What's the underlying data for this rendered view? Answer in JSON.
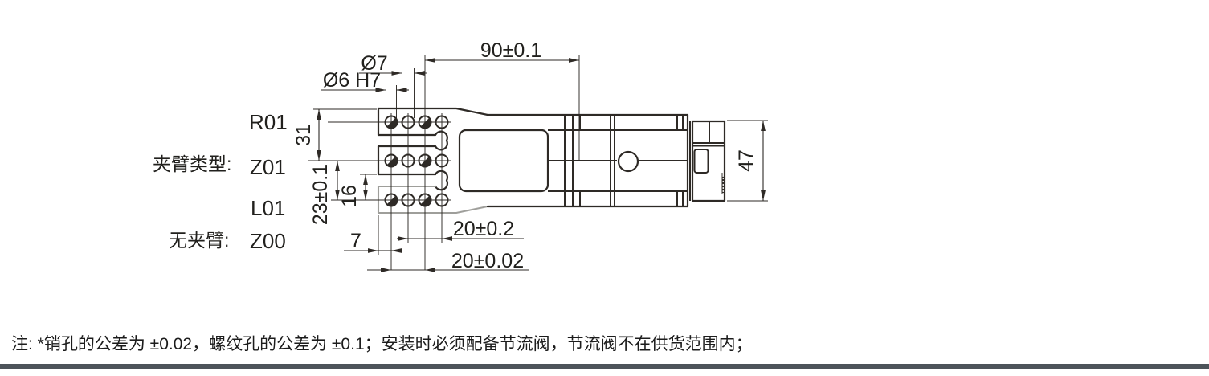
{
  "legend": {
    "arm_type_label": "夹臂类型:",
    "arm_type_r": "R01",
    "arm_type_z": "Z01",
    "arm_type_l": "L01",
    "no_arm_label": "无夹臂:",
    "no_arm_code": "Z00"
  },
  "dims": {
    "thread_hole_dia": "Ø7",
    "pin_hole_dia": "Ø6 H7",
    "body_length": "90±0.1",
    "arm_top_height": "31",
    "arm_pitch": "23±0.1",
    "arm_gap": "16",
    "tip_offset": "7",
    "thread_hole_pitch": "20±0.2",
    "pin_hole_pitch": "20±0.02",
    "body_height": "47"
  },
  "note": "注: *销孔的公差为 ±0.02，螺纹孔的公差为 ±0.1；安装时必须配备节流阀，节流阀不在供货范围内；",
  "colors": {
    "line": "#2e2a26",
    "optional_arm_gray": "#9e9e9a",
    "divider": "#4d545a",
    "text": "#21201d"
  }
}
